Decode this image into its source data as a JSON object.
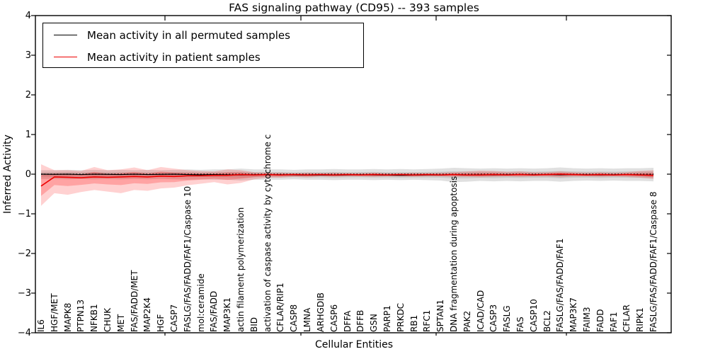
{
  "figure": {
    "title": "FAS signaling pathway (CD95) -- 393 samples",
    "xlabel": "Cellular Entities",
    "ylabel": "Inferred Activity",
    "legend": {
      "permuted_label": "Mean activity in all permuted samples",
      "patient_label": "Mean activity in patient samples"
    }
  },
  "colors": {
    "patient_line": "#ee0000",
    "permuted_line": "#000000",
    "patient_band": "#ff0000",
    "permuted_band": "#999999",
    "axis": "#000000"
  },
  "chart_data": {
    "type": "line",
    "title": "FAS signaling pathway (CD95) -- 393 samples",
    "xlabel": "Cellular Entities",
    "ylabel": "Inferred Activity",
    "ylim": [
      -4,
      4
    ],
    "yticks": [
      -4,
      -3,
      -2,
      -1,
      0,
      1,
      2,
      3,
      4
    ],
    "grid": false,
    "legend_position": "upper left",
    "zero_line": {
      "y": 0,
      "style": "dotted",
      "color": "#000000"
    },
    "categories": [
      "IL6",
      "HGF/MET",
      "MAPK8",
      "PTPN13",
      "NFKB1",
      "CHUK",
      "MET",
      "FAS/FADD/MET",
      "MAP2K4",
      "HGF",
      "CASP7",
      "FASLG/FAS/FADD/FAF1/Caspase 10",
      "mol:ceramide",
      "FAS/FADD",
      "MAP3K1",
      "actin filament polymerization",
      "BID",
      "activation of caspase activity by cytochrome c",
      "CFLAR/RIP1",
      "CASP8",
      "LMNA",
      "ARHGDIB",
      "CASP6",
      "DFFA",
      "DFFB",
      "GSN",
      "PARP1",
      "PRKDC",
      "RB1",
      "RFC1",
      "SPTAN1",
      "DNA fragmentation during apoptosis",
      "PAK2",
      "ICAD/CAD",
      "CASP3",
      "FASLG",
      "FAS",
      "CASP10",
      "BCL2",
      "FASLG/FAS/FADD/FAF1",
      "MAP3K7",
      "FAIM3",
      "FADD",
      "FAF1",
      "CFLAR",
      "RIPK1",
      "FASLG/FAS/FADD/FAF1/Caspase 8"
    ],
    "series": [
      {
        "name": "Mean activity in all permuted samples",
        "color": "#000000",
        "values": [
          0,
          -0.005,
          0,
          -0.01,
          0,
          -0.005,
          -0.01,
          0,
          -0.01,
          -0.005,
          0,
          -0.01,
          -0.015,
          -0.01,
          -0.015,
          -0.02,
          -0.015,
          -0.01,
          -0.015,
          -0.02,
          -0.025,
          -0.02,
          -0.025,
          -0.02,
          -0.015,
          -0.02,
          -0.025,
          -0.03,
          -0.025,
          -0.02,
          -0.02,
          -0.015,
          -0.02,
          -0.015,
          -0.02,
          -0.015,
          -0.01,
          -0.015,
          -0.01,
          -0.015,
          -0.01,
          -0.015,
          -0.02,
          -0.015,
          -0.01,
          -0.015,
          -0.02
        ],
        "band_upper": [
          0.1,
          0.1,
          0.11,
          0.1,
          0.11,
          0.1,
          0.11,
          0.1,
          0.11,
          0.1,
          0.11,
          0.12,
          0.11,
          0.12,
          0.12,
          0.14,
          0.12,
          0.12,
          0.12,
          0.11,
          0.12,
          0.12,
          0.13,
          0.12,
          0.12,
          0.13,
          0.12,
          0.13,
          0.12,
          0.13,
          0.14,
          0.16,
          0.15,
          0.14,
          0.15,
          0.14,
          0.15,
          0.14,
          0.15,
          0.17,
          0.15,
          0.14,
          0.15,
          0.14,
          0.15,
          0.15,
          0.16
        ],
        "band_lower": [
          -0.12,
          -0.12,
          -0.13,
          -0.12,
          -0.13,
          -0.12,
          -0.13,
          -0.12,
          -0.13,
          -0.12,
          -0.13,
          -0.14,
          -0.13,
          -0.14,
          -0.14,
          -0.16,
          -0.14,
          -0.14,
          -0.14,
          -0.13,
          -0.14,
          -0.14,
          -0.15,
          -0.14,
          -0.14,
          -0.15,
          -0.14,
          -0.15,
          -0.14,
          -0.15,
          -0.16,
          -0.2,
          -0.19,
          -0.17,
          -0.18,
          -0.17,
          -0.18,
          -0.17,
          -0.17,
          -0.19,
          -0.17,
          -0.16,
          -0.17,
          -0.16,
          -0.17,
          -0.17,
          -0.18
        ]
      },
      {
        "name": "Mean activity in patient samples",
        "color": "#ee0000",
        "values": [
          -0.3,
          -0.07,
          -0.08,
          -0.09,
          -0.07,
          -0.08,
          -0.07,
          -0.06,
          -0.07,
          -0.05,
          -0.06,
          -0.04,
          -0.04,
          -0.03,
          -0.03,
          -0.01,
          -0.02,
          -0.01,
          -0.02,
          -0.01,
          -0.02,
          -0.01,
          -0.02,
          -0.01,
          -0.02,
          -0.01,
          -0.02,
          -0.01,
          -0.02,
          -0.01,
          -0.02,
          -0.01,
          -0.02,
          -0.02,
          -0.01,
          -0.02,
          -0.01,
          -0.02,
          -0.01,
          0.0,
          -0.01,
          -0.02,
          -0.01,
          -0.02,
          -0.01,
          -0.02,
          -0.03
        ],
        "band_upper": [
          0.25,
          0.1,
          0.1,
          0.08,
          0.18,
          0.1,
          0.12,
          0.17,
          0.1,
          0.18,
          0.14,
          0.1,
          0.08,
          0.07,
          0.12,
          0.1,
          0.05,
          0.04,
          0.04,
          0.03,
          0.04,
          0.03,
          0.04,
          0.03,
          0.03,
          0.04,
          0.03,
          0.03,
          0.04,
          0.03,
          0.04,
          0.05,
          0.07,
          0.09,
          0.08,
          0.06,
          0.07,
          0.05,
          0.05,
          0.07,
          0.05,
          0.04,
          0.05,
          0.04,
          0.05,
          0.08,
          0.1
        ],
        "band_lower": [
          -0.8,
          -0.48,
          -0.52,
          -0.45,
          -0.4,
          -0.44,
          -0.48,
          -0.4,
          -0.42,
          -0.36,
          -0.34,
          -0.28,
          -0.24,
          -0.2,
          -0.26,
          -0.22,
          -0.13,
          -0.09,
          -0.09,
          -0.07,
          -0.08,
          -0.06,
          -0.07,
          -0.06,
          -0.06,
          -0.07,
          -0.06,
          -0.06,
          -0.07,
          -0.06,
          -0.06,
          -0.07,
          -0.07,
          -0.08,
          -0.07,
          -0.06,
          -0.07,
          -0.06,
          -0.06,
          -0.08,
          -0.06,
          -0.06,
          -0.07,
          -0.06,
          -0.07,
          -0.09,
          -0.12
        ]
      }
    ]
  }
}
